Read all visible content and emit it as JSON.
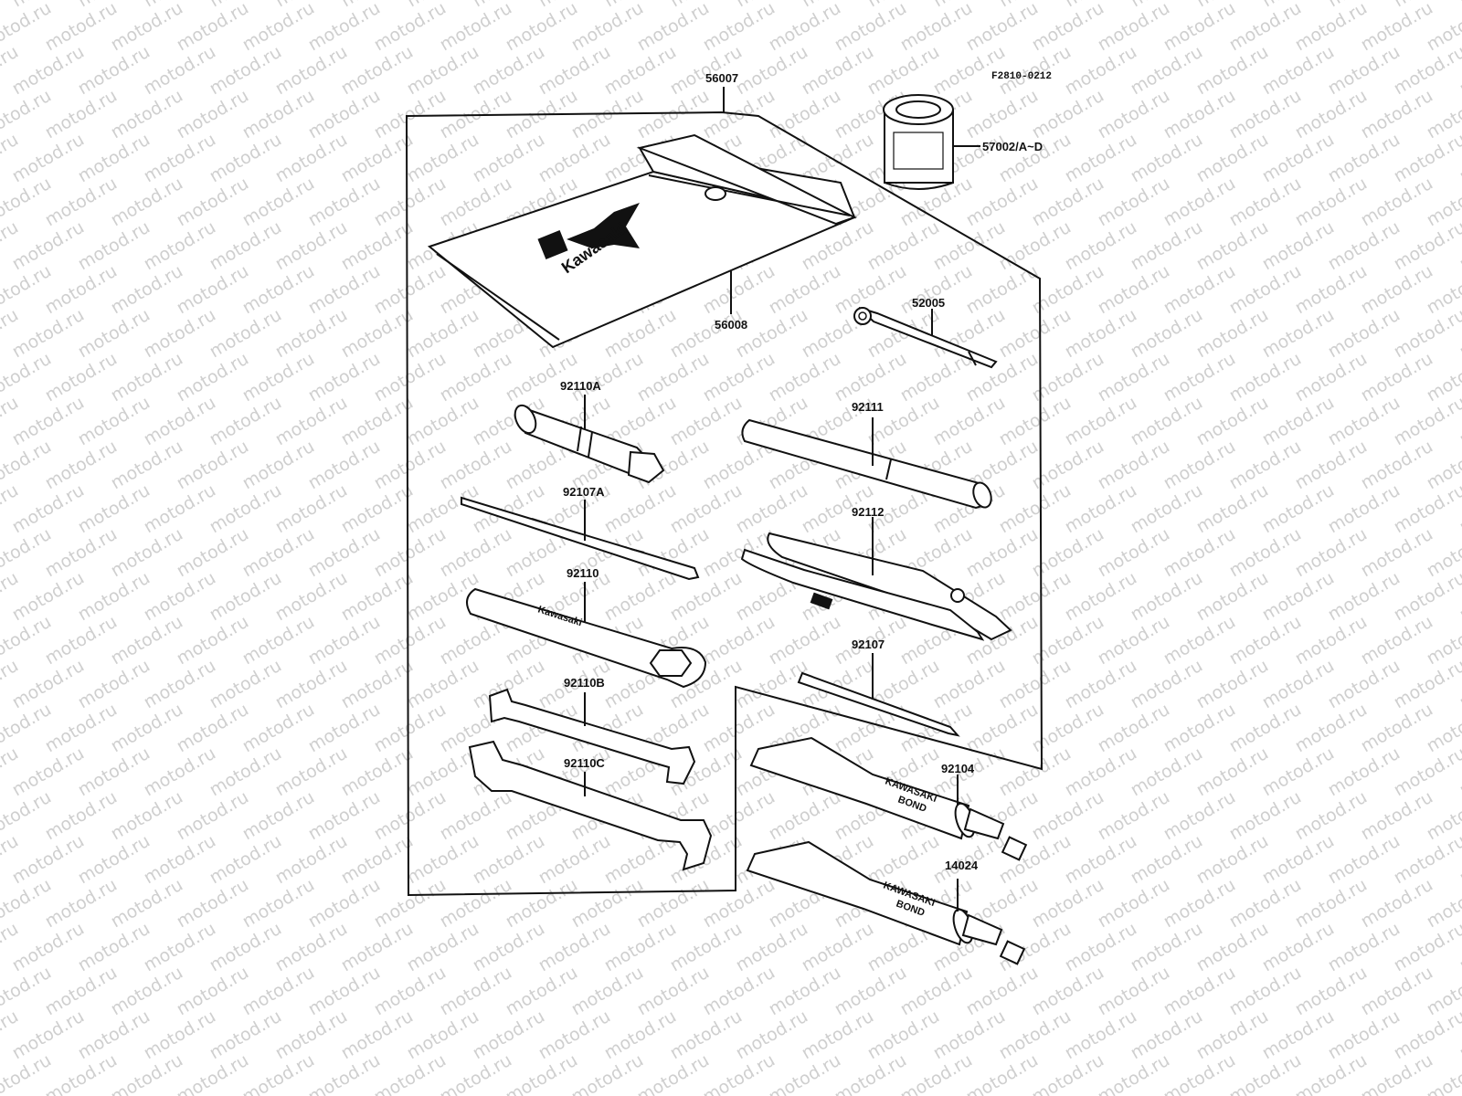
{
  "diagram": {
    "reference_code": "F2810-0212",
    "watermark_text": "motod.ru",
    "brand_text": "Kawasaki",
    "tube_text_line1": "KAWASAKI",
    "tube_text_line2": "BOND",
    "parts": [
      {
        "id": "56007",
        "label": "56007"
      },
      {
        "id": "57002",
        "label": "57002/A~D"
      },
      {
        "id": "56008",
        "label": "56008"
      },
      {
        "id": "52005",
        "label": "52005"
      },
      {
        "id": "92110A",
        "label": "92110A"
      },
      {
        "id": "92111",
        "label": "92111"
      },
      {
        "id": "92107A",
        "label": "92107A"
      },
      {
        "id": "92112",
        "label": "92112"
      },
      {
        "id": "92110",
        "label": "92110"
      },
      {
        "id": "92107",
        "label": "92107"
      },
      {
        "id": "92110B",
        "label": "92110B"
      },
      {
        "id": "92104",
        "label": "92104"
      },
      {
        "id": "92110C",
        "label": "92110C"
      },
      {
        "id": "14024",
        "label": "14024"
      }
    ]
  }
}
